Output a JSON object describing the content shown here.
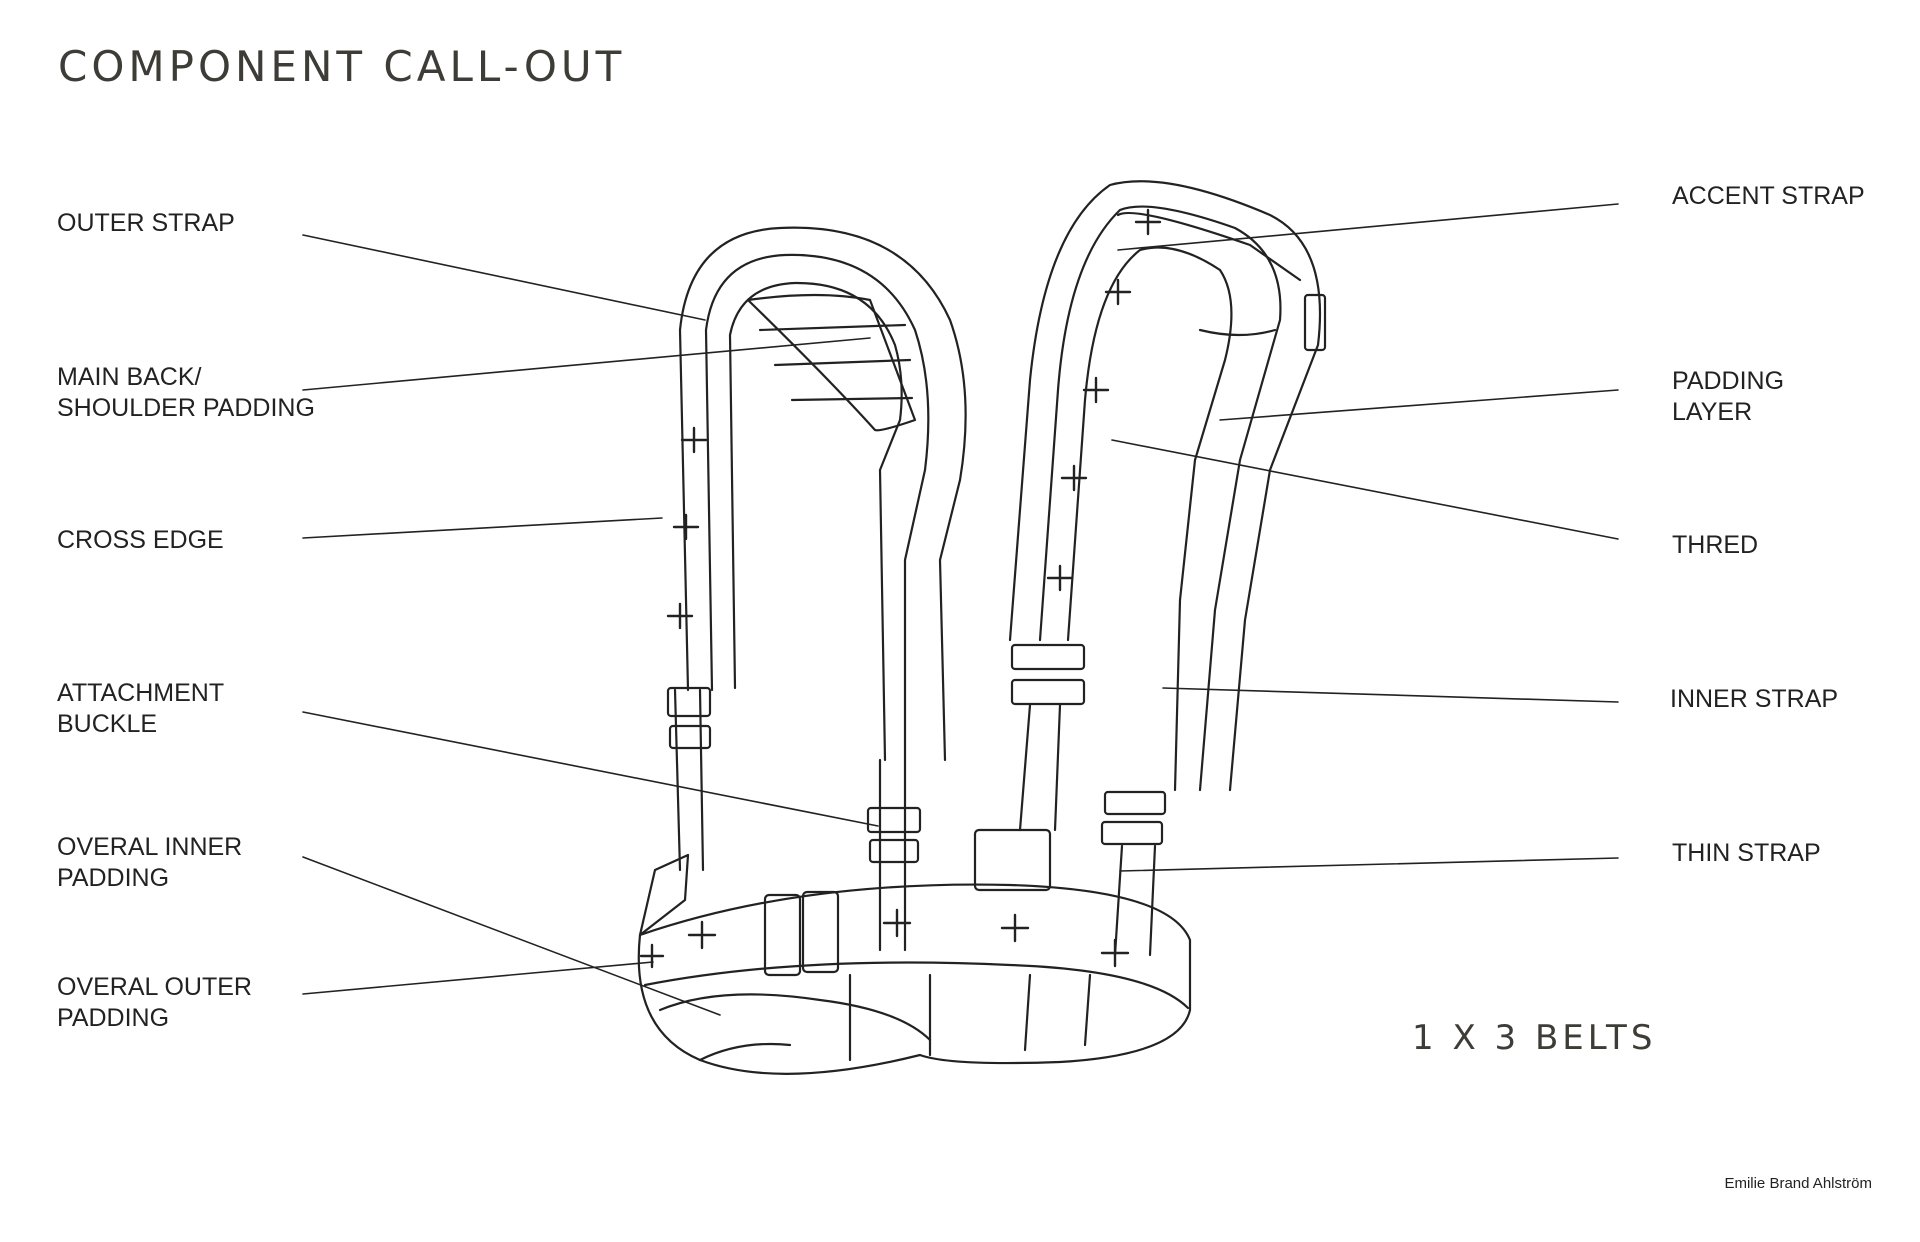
{
  "title": "COMPONENT CALL-OUT",
  "labels_left": [
    {
      "id": "outer-strap",
      "lines": [
        "OUTER STRAP"
      ]
    },
    {
      "id": "main-back-shoulder-padding",
      "lines": [
        "MAIN BACK/",
        "SHOULDER PADDING"
      ]
    },
    {
      "id": "cross-edge",
      "lines": [
        "CROSS EDGE"
      ]
    },
    {
      "id": "attachment-buckle",
      "lines": [
        "ATTACHMENT",
        "BUCKLE"
      ]
    },
    {
      "id": "overal-inner-padding",
      "lines": [
        "OVERAL INNER",
        "PADDING"
      ]
    },
    {
      "id": "overal-outer-padding",
      "lines": [
        "OVERAL OUTER",
        "PADDING"
      ]
    }
  ],
  "labels_right": [
    {
      "id": "accent-strap",
      "lines": [
        "ACCENT STRAP"
      ]
    },
    {
      "id": "padding-layer",
      "lines": [
        "PADDING",
        "LAYER"
      ]
    },
    {
      "id": "thred",
      "lines": [
        "THRED"
      ]
    },
    {
      "id": "inner-strap",
      "lines": [
        "INNER STRAP"
      ]
    },
    {
      "id": "thin-strap",
      "lines": [
        "THIN STRAP"
      ]
    }
  ],
  "summary": "1 X 3 BELTS",
  "author": "Emilie Brand Ahlström",
  "colors": {
    "title": "#3d3c37",
    "ink": "#222222",
    "background": "#ffffff"
  }
}
